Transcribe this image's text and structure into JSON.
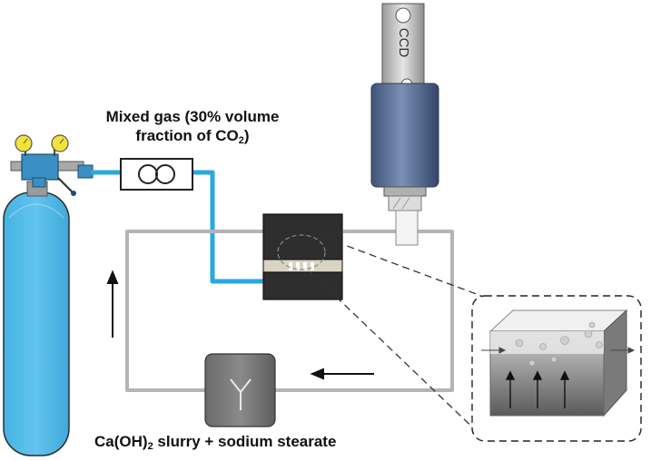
{
  "labels": {
    "gas_line1": "Mixed gas (30% volume",
    "gas_line2_pre": "fraction of CO",
    "gas_line2_sub": "2",
    "gas_line2_post": ")",
    "slurry_pre": "Ca(OH)",
    "slurry_sub": "2",
    "slurry_post": " slurry + sodium stearate",
    "camera": "CCD"
  },
  "colors": {
    "gas_line": "#29a9e1",
    "cylinder": "#4fb8e6",
    "pipe": "#b5b5b5",
    "cell": "#2e2e2e",
    "camera_body": "#5b7196",
    "camera_top": "#c8c8c8",
    "gauge": "#f2e33a",
    "regulator": "#3a8fc4"
  },
  "icons": [
    "gas-cylinder-icon",
    "flowmeter-icon",
    "ccd-camera-icon",
    "slurry-tank-icon",
    "reaction-cell-icon",
    "flow-arrow-icon"
  ]
}
